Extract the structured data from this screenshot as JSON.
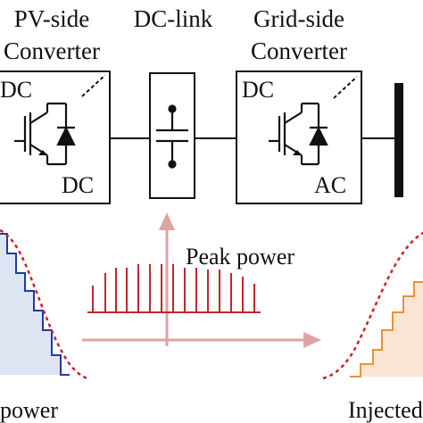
{
  "blocks": {
    "pv_converter": {
      "title_line1": "PV-side",
      "title_line2": "Converter",
      "port_in": "DC",
      "port_out": "DC"
    },
    "dc_link": {
      "title": "DC-link"
    },
    "grid_converter": {
      "title_line1": "Grid-side",
      "title_line2": "Converter",
      "port_in": "DC",
      "port_out": "AC"
    }
  },
  "annotations": {
    "peak_power": "Peak power",
    "left_caption": "power",
    "right_caption": "Injected"
  },
  "colors": {
    "line": "#111111",
    "pulse": "#c0272d",
    "dashed_curve": "#cc1f2a",
    "staircase_left": "#1f3aa6",
    "fill_left": "#dde5f3",
    "staircase_right": "#e9913a",
    "fill_right": "#fbe5d2",
    "arrow": "#dfa3a3"
  },
  "icons": [
    "igbt-icon",
    "diode-icon",
    "capacitor-icon",
    "grid-bus-bar-icon",
    "arrow-up-icon",
    "arrow-right-icon"
  ]
}
